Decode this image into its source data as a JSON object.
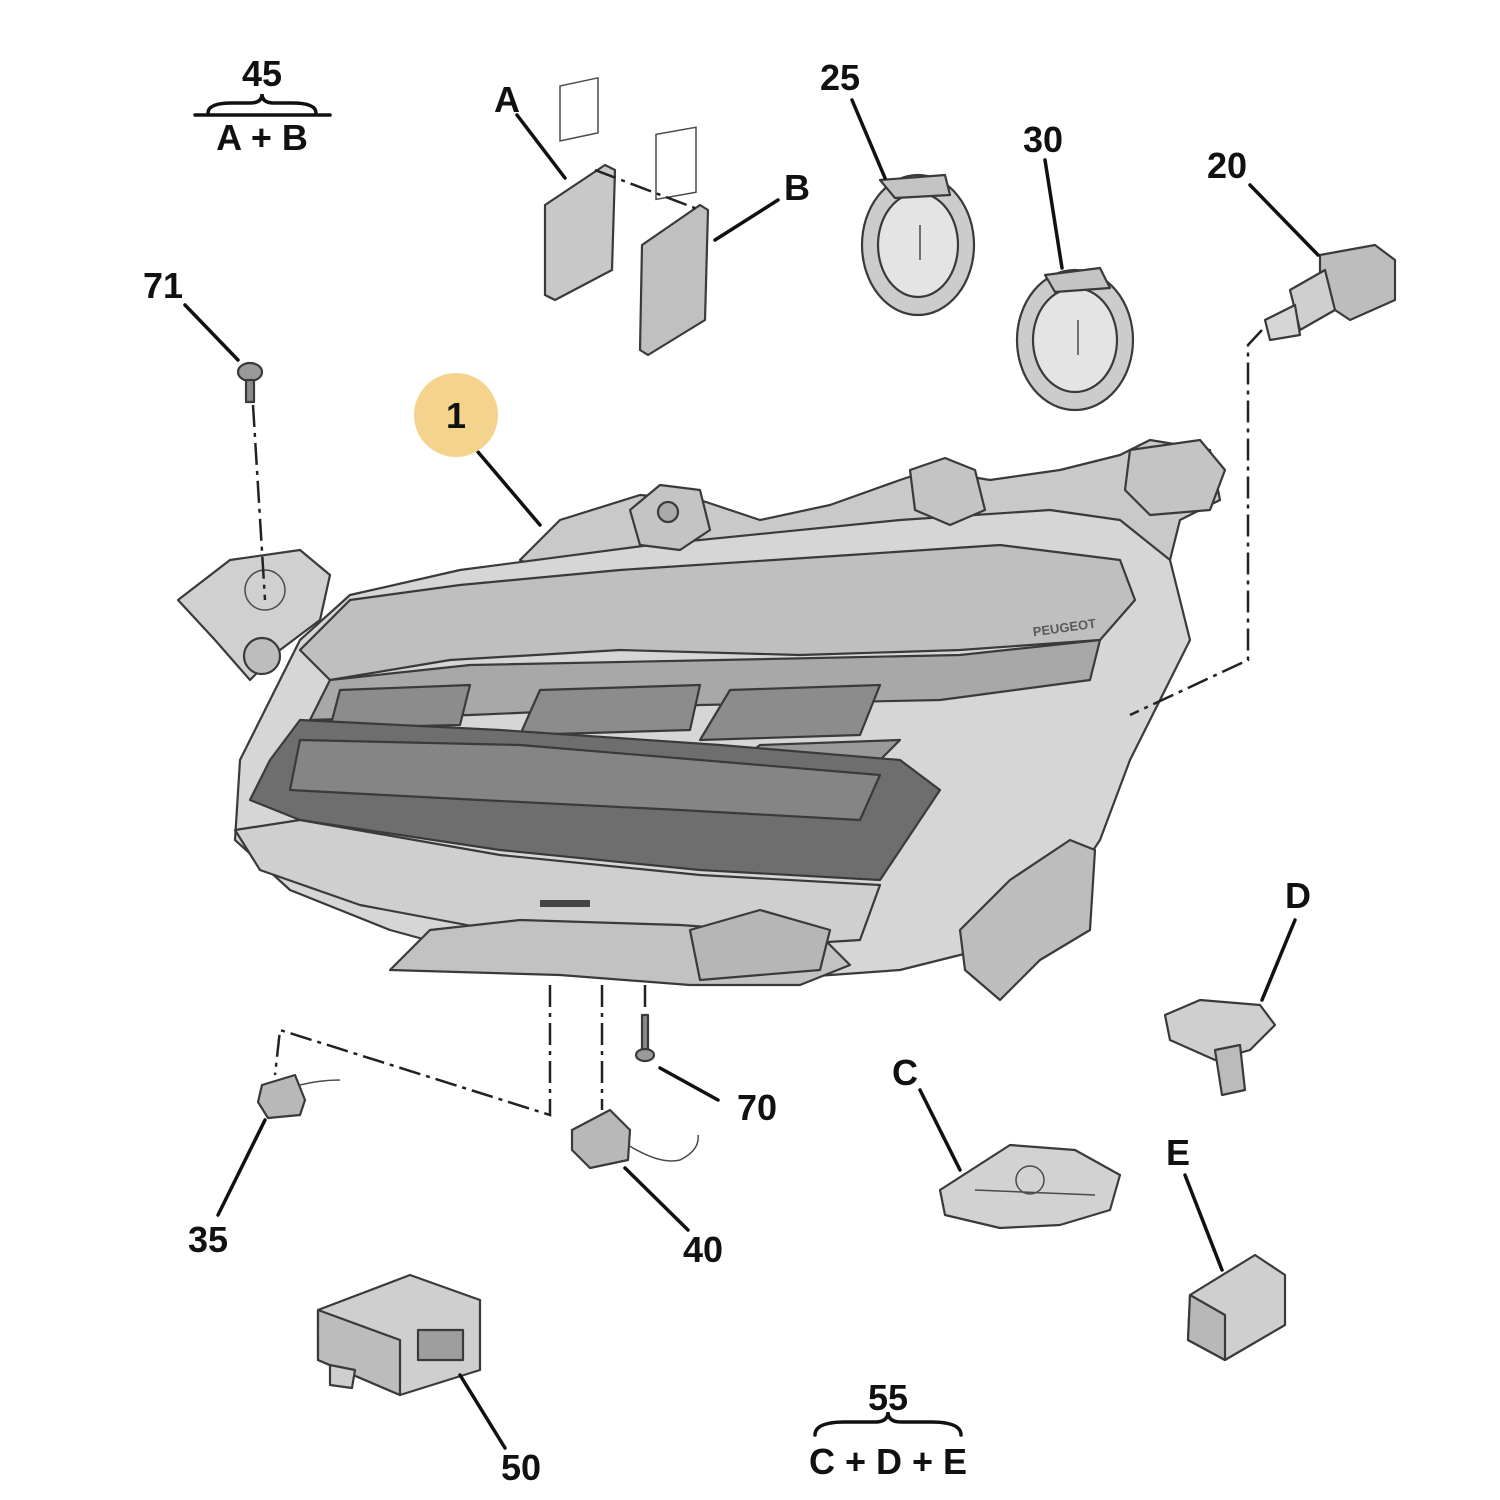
{
  "diagram": {
    "brand_marking": "PEUGEOT",
    "callouts": [
      {
        "id": "1",
        "text": "1",
        "highlighted": true
      },
      {
        "id": "20",
        "text": "20"
      },
      {
        "id": "25",
        "text": "25"
      },
      {
        "id": "30",
        "text": "30"
      },
      {
        "id": "35",
        "text": "35"
      },
      {
        "id": "40",
        "text": "40"
      },
      {
        "id": "50",
        "text": "50"
      },
      {
        "id": "70",
        "text": "70"
      },
      {
        "id": "71",
        "text": "71"
      },
      {
        "id": "A",
        "text": "A"
      },
      {
        "id": "B",
        "text": "B"
      },
      {
        "id": "C",
        "text": "C"
      },
      {
        "id": "D",
        "text": "D"
      },
      {
        "id": "E",
        "text": "E"
      }
    ],
    "kits": [
      {
        "id": "45",
        "number": "45",
        "contents": "A + B"
      },
      {
        "id": "55",
        "number": "55",
        "contents": "C + D + E"
      }
    ],
    "colors": {
      "highlight": "#f4d48c",
      "part_fill": "#d4d4d4",
      "part_dark": "#9a9a9a",
      "lens_dark": "#6a6a6a",
      "ink": "#111111"
    }
  }
}
